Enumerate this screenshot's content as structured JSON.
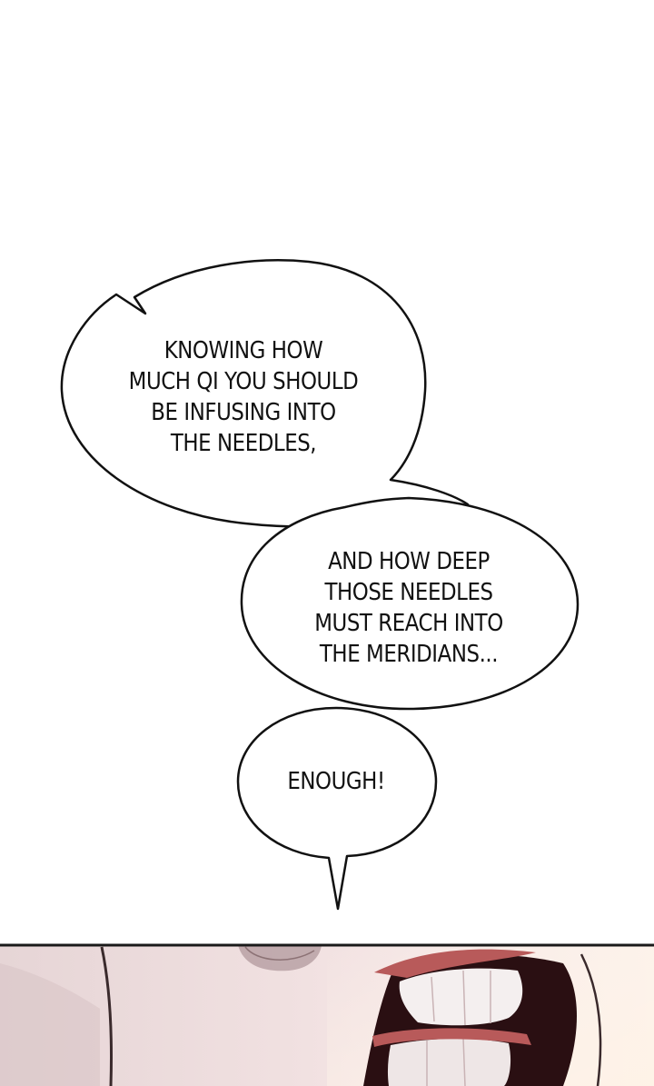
{
  "colors": {
    "background": "#ffffff",
    "bubble_fill": "#ffffff",
    "bubble_stroke": "#111111",
    "panel_border": "#1a1a1a",
    "skin_light": "#f4e4e4",
    "skin_mid": "#d9c3c4",
    "skin_shadow": "#a98d8f",
    "mouth_dark": "#2a0f12",
    "lip_red": "#b85a5a",
    "teeth": "#f4efef"
  },
  "bubbles": [
    {
      "lines": [
        "KNOWING HOW",
        "MUCH QI YOU SHOULD",
        "BE INFUSING INTO",
        "THE NEEDLES,"
      ]
    },
    {
      "lines": [
        "AND HOW DEEP",
        "THOSE NEEDLES",
        "MUST REACH INTO",
        "THE MERIDIANS..."
      ]
    },
    {
      "lines": [
        "ENOUGH!"
      ]
    }
  ],
  "panel": {
    "subject": "close-up of open mouth with teeth"
  }
}
